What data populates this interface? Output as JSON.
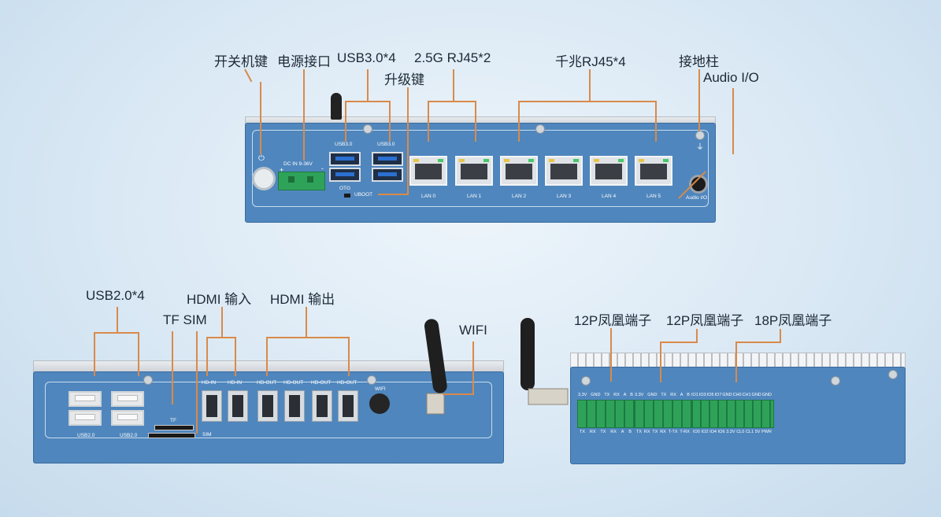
{
  "top_labels": {
    "power_button": "开关机键",
    "power_jack": "电源接口",
    "usb3": "USB3.0*4",
    "upgrade": "升级键",
    "rj45_25g": "2.5G RJ45*2",
    "rj45_giga": "千兆RJ45*4",
    "ground": "接地柱",
    "audio": "Audio I/O"
  },
  "top_panel": {
    "dc_in": "DC IN 9-36V",
    "usb_label": "USB3.0",
    "otg": "OTG",
    "uboot": "UBOOT",
    "lan": [
      "LAN 0",
      "LAN 1",
      "LAN 2",
      "LAN 3",
      "LAN 4",
      "LAN 5"
    ],
    "audio_io": "Audio I/O",
    "plus": "+",
    "minus": "-"
  },
  "bottom_left_labels": {
    "usb2": "USB2.0*4",
    "tf_sim": "TF SIM",
    "hdmi_in": "HDMI 输入",
    "hdmi_out": "HDMI  输出",
    "wifi": "WIFI"
  },
  "bottom_left_panel": {
    "usb2_label": "USB2.0",
    "tf": "TF",
    "sim": "SIM",
    "hdmi_in": [
      "HD-IN",
      "HD-IN"
    ],
    "hdmi_out": [
      "HD-OUT",
      "HD-OUT",
      "HD-OUT",
      "HD-OUT"
    ],
    "wifi": "WIFI"
  },
  "bottom_right_labels": {
    "term1": "12P凤凰端子",
    "term2": "12P凤凰端子",
    "term3": "18P凤凰端子"
  },
  "bottom_right_panel": {
    "top_row_1": [
      "3.3V",
      "GND",
      "TX",
      "RX",
      "A",
      "B"
    ],
    "top_row_2": [
      "3.3V",
      "GND",
      "TX",
      "RX",
      "A",
      "B"
    ],
    "top_row_3": [
      "IO1",
      "IO3",
      "IO5",
      "IO7",
      "GND",
      "CH0",
      "CH1",
      "GND",
      "GND"
    ],
    "bottom_row_1": [
      "TX",
      "RX",
      "TX",
      "RX",
      "A",
      "B"
    ],
    "bottom_row_2": [
      "TX",
      "RX",
      "TX",
      "RX",
      "T-TX",
      "T-RX"
    ],
    "bottom_row_3": [
      "IO0",
      "IO2",
      "IO4",
      "IO6",
      "3.3V",
      "CL0",
      "CL1",
      "5V",
      "PWR"
    ]
  },
  "colors": {
    "chassis": "#4f86bd",
    "leader_line": "#d98a4a",
    "terminal": "#2fa25a"
  }
}
